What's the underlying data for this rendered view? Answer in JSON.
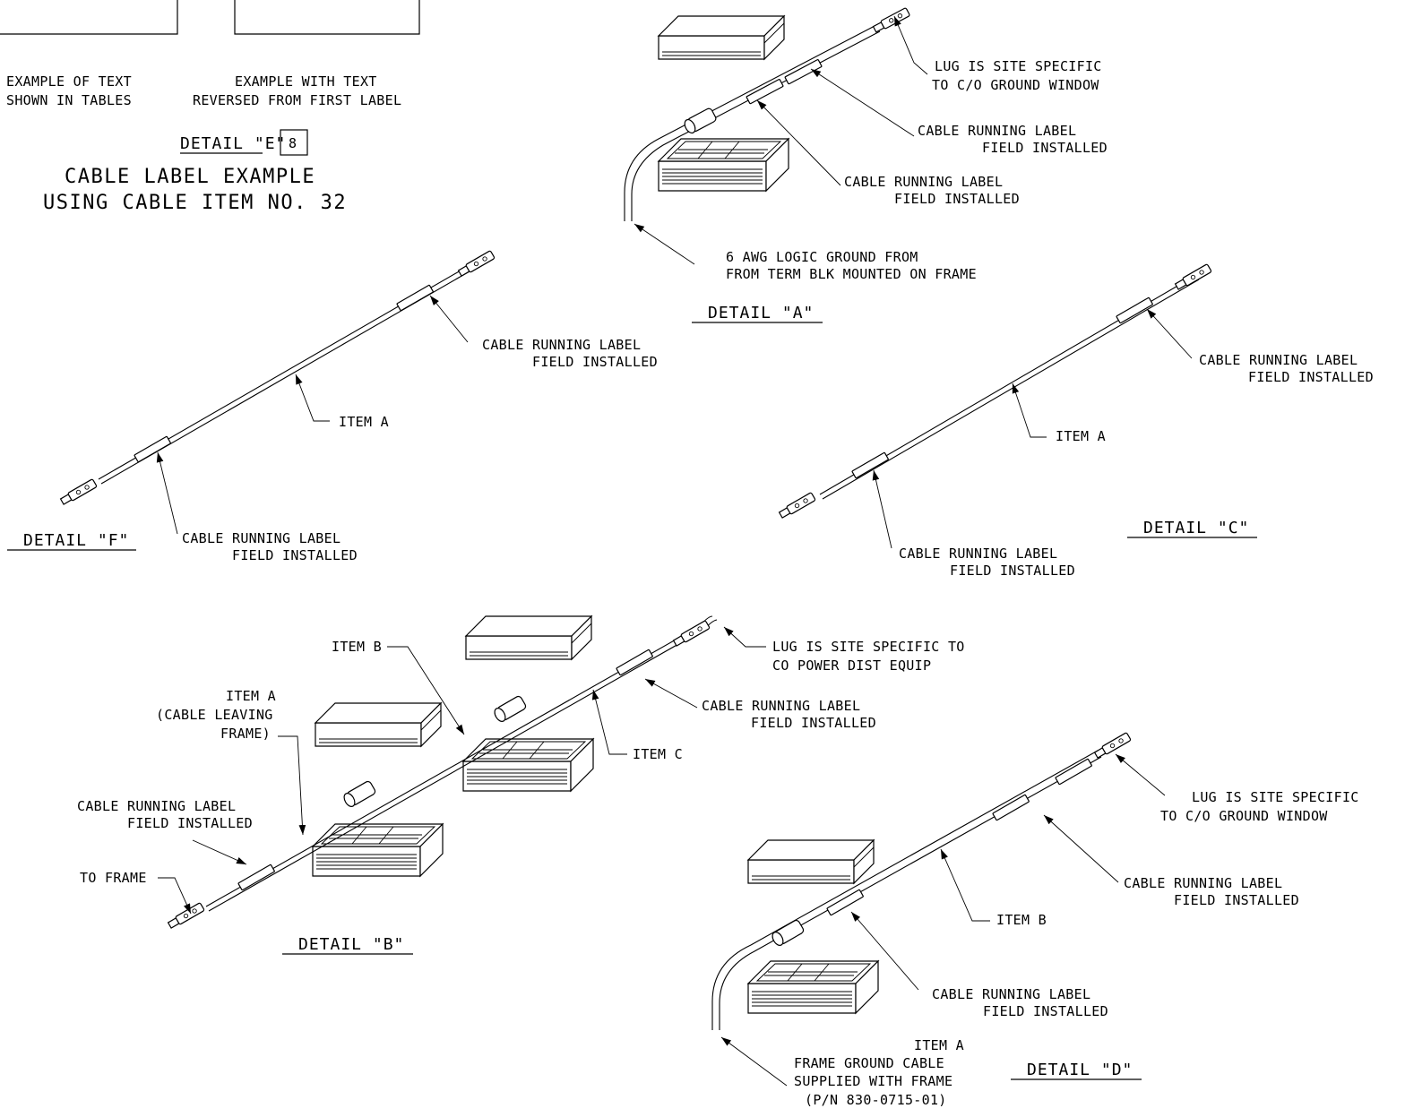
{
  "detail_e": {
    "caption_left": [
      "EXAMPLE OF TEXT",
      "SHOWN IN TABLES"
    ],
    "caption_right": [
      "EXAMPLE WITH TEXT",
      "REVERSED FROM FIRST LABEL"
    ],
    "title": "DETAIL \"E\"",
    "note_number": "8",
    "subtitle": [
      "CABLE LABEL EXAMPLE",
      "USING CABLE ITEM NO. 32"
    ]
  },
  "detail_a": {
    "title": "DETAIL \"A\"",
    "lug_note": [
      "LUG IS SITE SPECIFIC",
      "TO C/O GROUND WINDOW"
    ],
    "label_note_1": [
      "CABLE RUNNING LABEL",
      "FIELD INSTALLED"
    ],
    "label_note_2": [
      "CABLE RUNNING LABEL",
      "FIELD INSTALLED"
    ],
    "ground_note": [
      "6 AWG LOGIC GROUND FROM",
      "FROM TERM BLK MOUNTED ON FRAME"
    ]
  },
  "detail_f": {
    "title": "DETAIL \"F\"",
    "label_note_top": [
      "CABLE RUNNING LABEL",
      "FIELD INSTALLED"
    ],
    "item": "ITEM A",
    "label_note_bottom": [
      "CABLE RUNNING LABEL",
      "FIELD INSTALLED"
    ]
  },
  "detail_c": {
    "title": "DETAIL \"C\"",
    "label_note_top": [
      "CABLE RUNNING LABEL",
      "FIELD INSTALLED"
    ],
    "item": "ITEM A",
    "label_note_bottom": [
      "CABLE RUNNING LABEL",
      "FIELD INSTALLED"
    ]
  },
  "detail_b": {
    "title": "DETAIL \"B\"",
    "item_b": "ITEM B",
    "item_a": [
      "ITEM A",
      "(CABLE LEAVING",
      "FRAME)"
    ],
    "label_note_left": [
      "CABLE RUNNING LABEL",
      "FIELD INSTALLED"
    ],
    "to_frame": "TO FRAME",
    "lug_note": [
      "LUG IS SITE SPECIFIC TO",
      "CO POWER DIST EQUIP"
    ],
    "label_note_right": [
      "CABLE RUNNING LABEL",
      "FIELD INSTALLED"
    ],
    "item_c": "ITEM C"
  },
  "detail_d": {
    "title": "DETAIL \"D\"",
    "lug_note": [
      "LUG IS SITE SPECIFIC",
      "TO C/O GROUND WINDOW"
    ],
    "label_note_right": [
      "CABLE RUNNING LABEL",
      "FIELD INSTALLED"
    ],
    "item_b": "ITEM B",
    "label_note_bottom": [
      "CABLE RUNNING LABEL",
      "FIELD INSTALLED"
    ],
    "item_a": [
      "ITEM A",
      "FRAME GROUND CABLE",
      "SUPPLIED WITH FRAME",
      "(P/N 830-0715-01)"
    ]
  }
}
